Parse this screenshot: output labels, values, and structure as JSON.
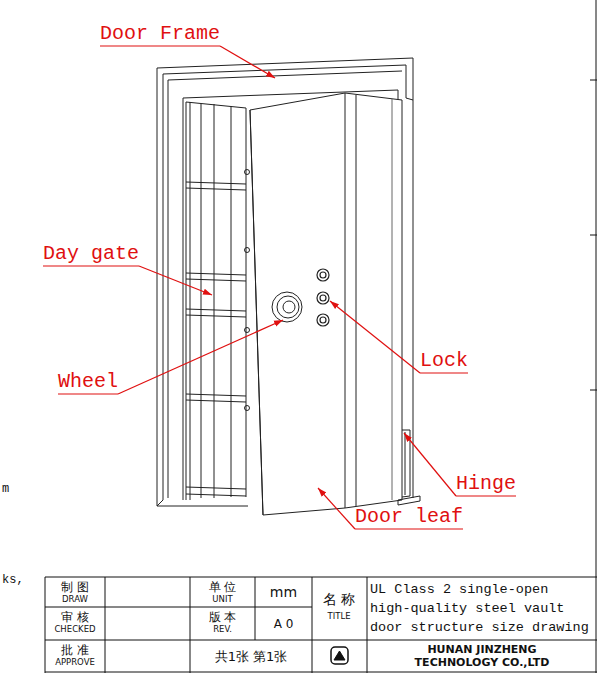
{
  "diagram": {
    "labels": [
      "Door Frame",
      "Day gate",
      "Wheel",
      "Lock",
      "Hinge",
      "Door leaf",
      "m",
      "ks,",
      "制 图",
      "DRAW",
      "审 核",
      "CHECKED",
      "批 准",
      "APPROVE",
      "单 位",
      "UNIT",
      "mm",
      "版 本",
      "REV.",
      "A 0",
      "共1张 第1张",
      "名 称",
      "TITLE",
      "UL Class 2 single-open high-quality steel vault door structure size drawing",
      "HUNAN JINZHENG TECHNOLOGY CO.,LTD"
    ]
  }
}
